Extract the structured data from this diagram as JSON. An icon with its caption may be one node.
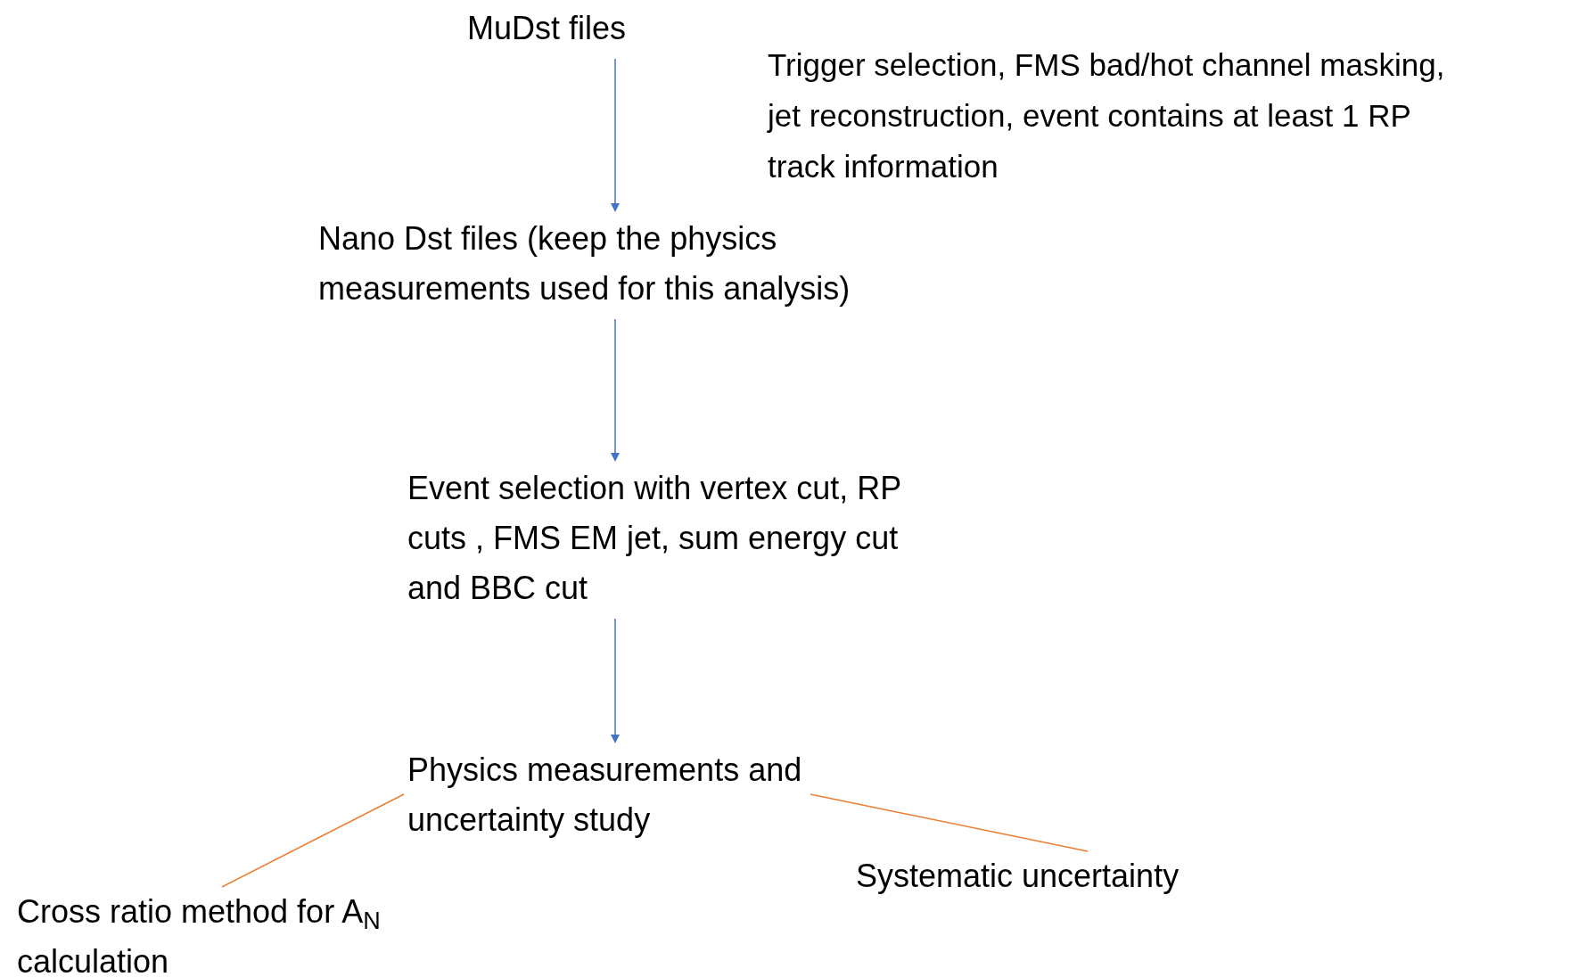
{
  "diagram": {
    "nodes": [
      {
        "text": [
          "MuDst files"
        ]
      },
      {
        "text": [
          "Nano Dst files (keep the physics measurements used for this analysis)"
        ]
      },
      {
        "text": [
          "Event selection with vertex cut, RP cuts , FMS EM jet, sum energy cut and BBC cut"
        ]
      },
      {
        "text": [
          "Physics measurements and uncertainty study"
        ]
      },
      {
        "text": [
          "Cross ratio method for A$_{N}$ calculation"
        ]
      },
      {
        "text": [
          "Systematic uncertainty"
        ]
      }
    ],
    "edges": [
      {
        "from": 0,
        "to": 1,
        "arrow": "to"
      },
      {
        "from": 1,
        "to": 2,
        "arrow": "to"
      },
      {
        "from": 2,
        "to": 3,
        "arrow": "to"
      },
      {
        "from": 3,
        "to": 4,
        "arrow": "none",
        "color": "#ed7d31"
      },
      {
        "from": 3,
        "to": 5,
        "arrow": "none",
        "color": "#ed7d31"
      }
    ],
    "labels": [
      "Trigger selection, FMS bad/hot channel masking, jet reconstruction, event contains at least 1 RP track information"
    ]
  }
}
